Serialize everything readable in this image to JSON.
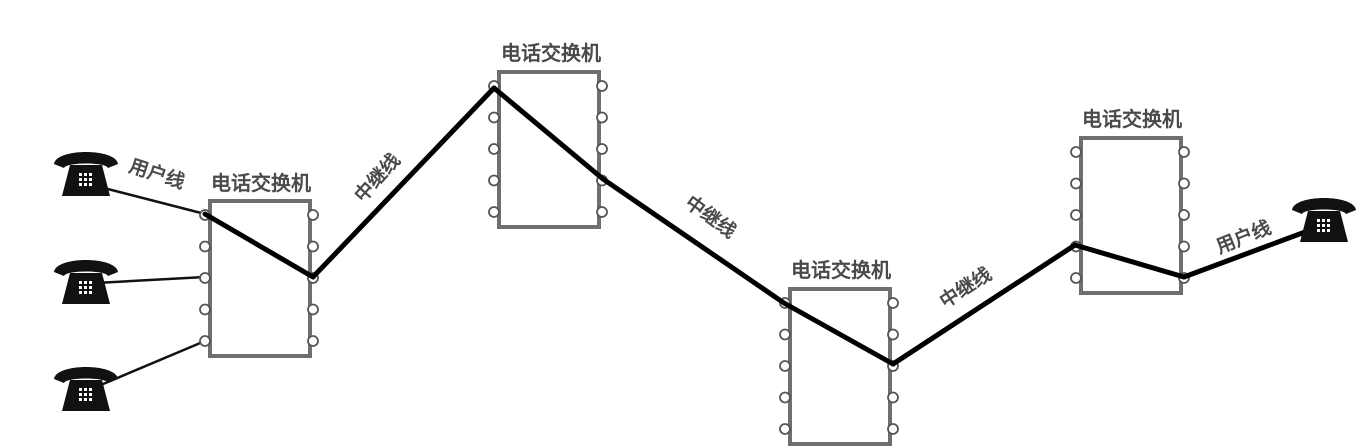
{
  "switches": [
    {
      "id": "sw1",
      "title": "电话交换机"
    },
    {
      "id": "sw2",
      "title": "电话交换机"
    },
    {
      "id": "sw3",
      "title": "电话交换机"
    },
    {
      "id": "sw4",
      "title": "电话交换机"
    }
  ],
  "links": [
    {
      "id": "user-left",
      "label": "用户线"
    },
    {
      "id": "trunk-1",
      "label": "中继线"
    },
    {
      "id": "trunk-2",
      "label": "中继线"
    },
    {
      "id": "trunk-3",
      "label": "中继线"
    },
    {
      "id": "user-right",
      "label": "用户线"
    }
  ],
  "icons": {
    "telephone": "telephone-icon"
  },
  "colors": {
    "box_border": "#6f6f6f",
    "line": "#000000",
    "label": "#4a4a4a"
  }
}
